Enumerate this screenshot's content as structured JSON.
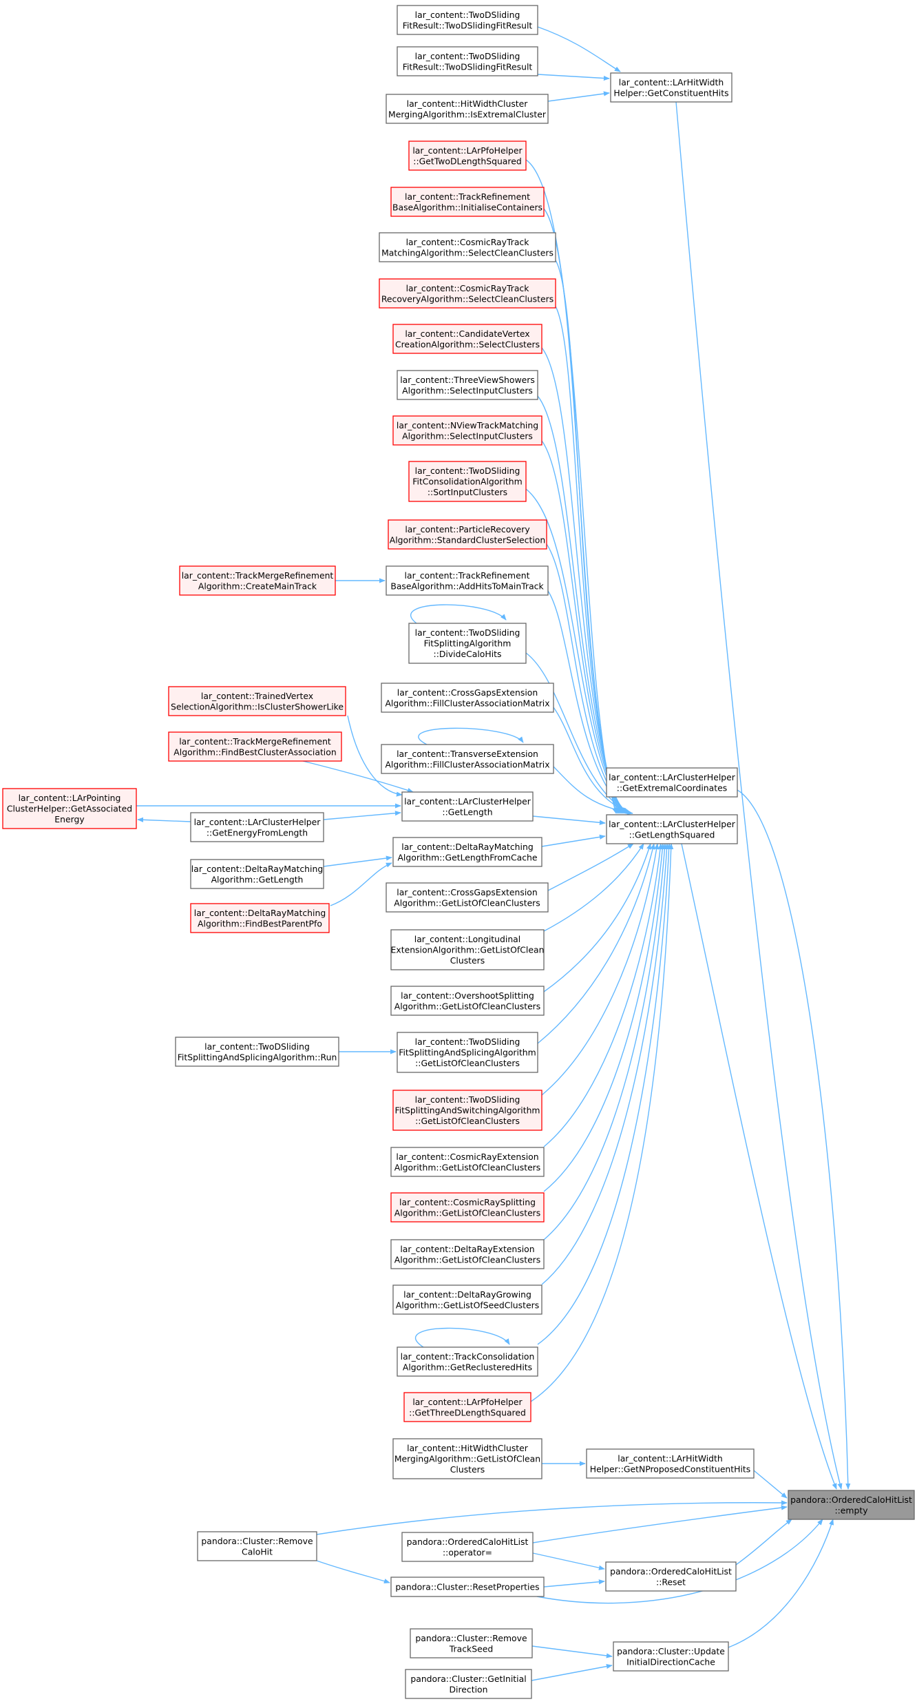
{
  "colors": {
    "edge": "#63b8ff",
    "node_border": "#666666",
    "node_fill": "#ffffff",
    "highlight_border": "#ff0000",
    "highlight_fill": "#fff0f0",
    "focus_fill": "#999999",
    "focus_border": "#666666"
  },
  "nodes": [
    {
      "id": "n1",
      "label": [
        "lar_content::TwoDSliding",
        "FitResult::TwoDSlidingFitResult"
      ]
    },
    {
      "id": "n2",
      "label": [
        "lar_content::TwoDSliding",
        "FitResult::TwoDSlidingFitResult"
      ]
    },
    {
      "id": "n3",
      "label": [
        "lar_content::HitWidthCluster",
        "MergingAlgorithm::IsExtremalCluster"
      ]
    },
    {
      "id": "n4",
      "label": [
        "lar_content::LArHitWidth",
        "Helper::GetConstituentHits"
      ]
    },
    {
      "id": "n5",
      "label": [
        "lar_content::LArPfoHelper",
        "::GetTwoDLengthSquared"
      ],
      "style": "red"
    },
    {
      "id": "n6",
      "label": [
        "lar_content::TrackRefinement",
        "BaseAlgorithm::InitialiseContainers"
      ],
      "style": "red"
    },
    {
      "id": "n7",
      "label": [
        "lar_content::CosmicRayTrack",
        "MatchingAlgorithm::SelectCleanClusters"
      ]
    },
    {
      "id": "n8",
      "label": [
        "lar_content::CosmicRayTrack",
        "RecoveryAlgorithm::SelectCleanClusters"
      ],
      "style": "red"
    },
    {
      "id": "n9",
      "label": [
        "lar_content::CandidateVertex",
        "CreationAlgorithm::SelectClusters"
      ],
      "style": "red"
    },
    {
      "id": "n10",
      "label": [
        "lar_content::ThreeViewShowers",
        "Algorithm::SelectInputClusters"
      ]
    },
    {
      "id": "n11",
      "label": [
        "lar_content::NViewTrackMatching",
        "Algorithm::SelectInputClusters"
      ],
      "style": "red"
    },
    {
      "id": "n12",
      "label": [
        "lar_content::TwoDSliding",
        "FitConsolidationAlgorithm",
        "::SortInputClusters"
      ],
      "style": "red"
    },
    {
      "id": "n13",
      "label": [
        "lar_content::ParticleRecovery",
        "Algorithm::StandardClusterSelection"
      ],
      "style": "red"
    },
    {
      "id": "n14",
      "label": [
        "lar_content::TrackMergeRefinement",
        "Algorithm::CreateMainTrack"
      ],
      "style": "red"
    },
    {
      "id": "n15",
      "label": [
        "lar_content::TrackRefinement",
        "BaseAlgorithm::AddHitsToMainTrack"
      ]
    },
    {
      "id": "n16",
      "label": [
        "lar_content::TwoDSliding",
        "FitSplittingAlgorithm",
        "::DivideCaloHits"
      ]
    },
    {
      "id": "n17",
      "label": [
        "lar_content::CrossGapsExtension",
        "Algorithm::FillClusterAssociationMatrix"
      ]
    },
    {
      "id": "n18",
      "label": [
        "lar_content::TrainedVertex",
        "SelectionAlgorithm::IsClusterShowerLike"
      ],
      "style": "red"
    },
    {
      "id": "n19",
      "label": [
        "lar_content::TrackMergeRefinement",
        "Algorithm::FindBestClusterAssociation"
      ],
      "style": "red"
    },
    {
      "id": "n20",
      "label": [
        "lar_content::TransverseExtension",
        "Algorithm::FillClusterAssociationMatrix"
      ]
    },
    {
      "id": "n21",
      "label": [
        "lar_content::LArPointing",
        "ClusterHelper::GetAssociated",
        "Energy"
      ],
      "style": "red"
    },
    {
      "id": "n22",
      "label": [
        "lar_content::LArClusterHelper",
        "::GetLength"
      ]
    },
    {
      "id": "n23",
      "label": [
        "lar_content::LArClusterHelper",
        "::GetEnergyFromLength"
      ]
    },
    {
      "id": "n24",
      "label": [
        "lar_content::LArClusterHelper",
        "::GetExtremalCoordinates"
      ]
    },
    {
      "id": "n25",
      "label": [
        "lar_content::LArClusterHelper",
        "::GetLengthSquared"
      ]
    },
    {
      "id": "n26",
      "label": [
        "lar_content::DeltaRayMatching",
        "Algorithm::GetLengthFromCache"
      ]
    },
    {
      "id": "n27",
      "label": [
        "lar_content::DeltaRayMatching",
        "Algorithm::GetLength"
      ]
    },
    {
      "id": "n28",
      "label": [
        "lar_content::DeltaRayMatching",
        "Algorithm::FindBestParentPfo"
      ],
      "style": "red"
    },
    {
      "id": "n29",
      "label": [
        "lar_content::CrossGapsExtension",
        "Algorithm::GetListOfCleanClusters"
      ]
    },
    {
      "id": "n30",
      "label": [
        "lar_content::Longitudinal",
        "ExtensionAlgorithm::GetListOfClean",
        "Clusters"
      ]
    },
    {
      "id": "n31",
      "label": [
        "lar_content::OvershootSplitting",
        "Algorithm::GetListOfCleanClusters"
      ]
    },
    {
      "id": "n32",
      "label": [
        "lar_content::TwoDSliding",
        "FitSplittingAndSplicingAlgorithm::Run"
      ]
    },
    {
      "id": "n33",
      "label": [
        "lar_content::TwoDSliding",
        "FitSplittingAndSplicingAlgorithm",
        "::GetListOfCleanClusters"
      ]
    },
    {
      "id": "n34",
      "label": [
        "lar_content::TwoDSliding",
        "FitSplittingAndSwitchingAlgorithm",
        "::GetListOfCleanClusters"
      ],
      "style": "red"
    },
    {
      "id": "n35",
      "label": [
        "lar_content::CosmicRayExtension",
        "Algorithm::GetListOfCleanClusters"
      ]
    },
    {
      "id": "n36",
      "label": [
        "lar_content::CosmicRaySplitting",
        "Algorithm::GetListOfCleanClusters"
      ],
      "style": "red"
    },
    {
      "id": "n37",
      "label": [
        "lar_content::DeltaRayExtension",
        "Algorithm::GetListOfCleanClusters"
      ]
    },
    {
      "id": "n38",
      "label": [
        "lar_content::DeltaRayGrowing",
        "Algorithm::GetListOfSeedClusters"
      ]
    },
    {
      "id": "n39",
      "label": [
        "lar_content::TrackConsolidation",
        "Algorithm::GetReclusteredHits"
      ]
    },
    {
      "id": "n40",
      "label": [
        "lar_content::LArPfoHelper",
        "::GetThreeDLengthSquared"
      ],
      "style": "red"
    },
    {
      "id": "n41",
      "label": [
        "lar_content::HitWidthCluster",
        "MergingAlgorithm::GetListOfClean",
        "Clusters"
      ]
    },
    {
      "id": "n42",
      "label": [
        "lar_content::LArHitWidth",
        "Helper::GetNProposedConstituentHits"
      ]
    },
    {
      "id": "n43",
      "label": [
        "pandora::OrderedCaloHitList",
        "::empty"
      ],
      "style": "focus"
    },
    {
      "id": "n44",
      "label": [
        "pandora::Cluster::Remove",
        "CaloHit"
      ]
    },
    {
      "id": "n45",
      "label": [
        "pandora::OrderedCaloHitList",
        "::operator="
      ]
    },
    {
      "id": "n46",
      "label": [
        "pandora::OrderedCaloHitList",
        "::Reset"
      ]
    },
    {
      "id": "n47",
      "label": [
        "pandora::Cluster::ResetProperties"
      ]
    },
    {
      "id": "n48",
      "label": [
        "pandora::Cluster::Remove",
        "TrackSeed"
      ]
    },
    {
      "id": "n49",
      "label": [
        "pandora::Cluster::Update",
        "InitialDirectionCache"
      ]
    },
    {
      "id": "n50",
      "label": [
        "pandora::Cluster::GetInitial",
        "Direction"
      ]
    }
  ]
}
